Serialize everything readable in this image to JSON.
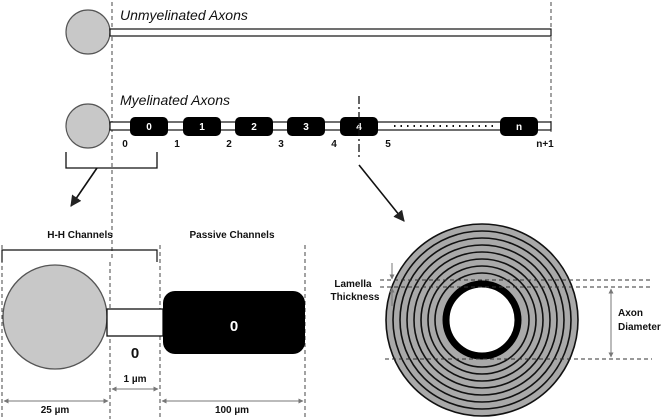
{
  "titles": {
    "unmyelinated": "Unmyelinated Axons",
    "myelinated": "Myelinated Axons"
  },
  "segments": [
    "0",
    "1",
    "2",
    "3",
    "4",
    "n"
  ],
  "nodes": [
    "0",
    "1",
    "2",
    "3",
    "4",
    "5",
    "n+1"
  ],
  "detail": {
    "hh_channels": "H-H Channels",
    "passive_channels": "Passive Channels",
    "internode_label": "0",
    "node_label": "0",
    "dim_soma": "25 µm",
    "dim_node": "1 µm",
    "dim_internode": "100 µm"
  },
  "cross_section": {
    "lamella_line1": "Lamella",
    "lamella_line2": "Thickness",
    "axon_line1": "Axon",
    "axon_line2": "Diameter"
  },
  "colors": {
    "soma": "#c8c8c8",
    "myelin": "#000000",
    "ring_fill": "#a9a9a9"
  }
}
